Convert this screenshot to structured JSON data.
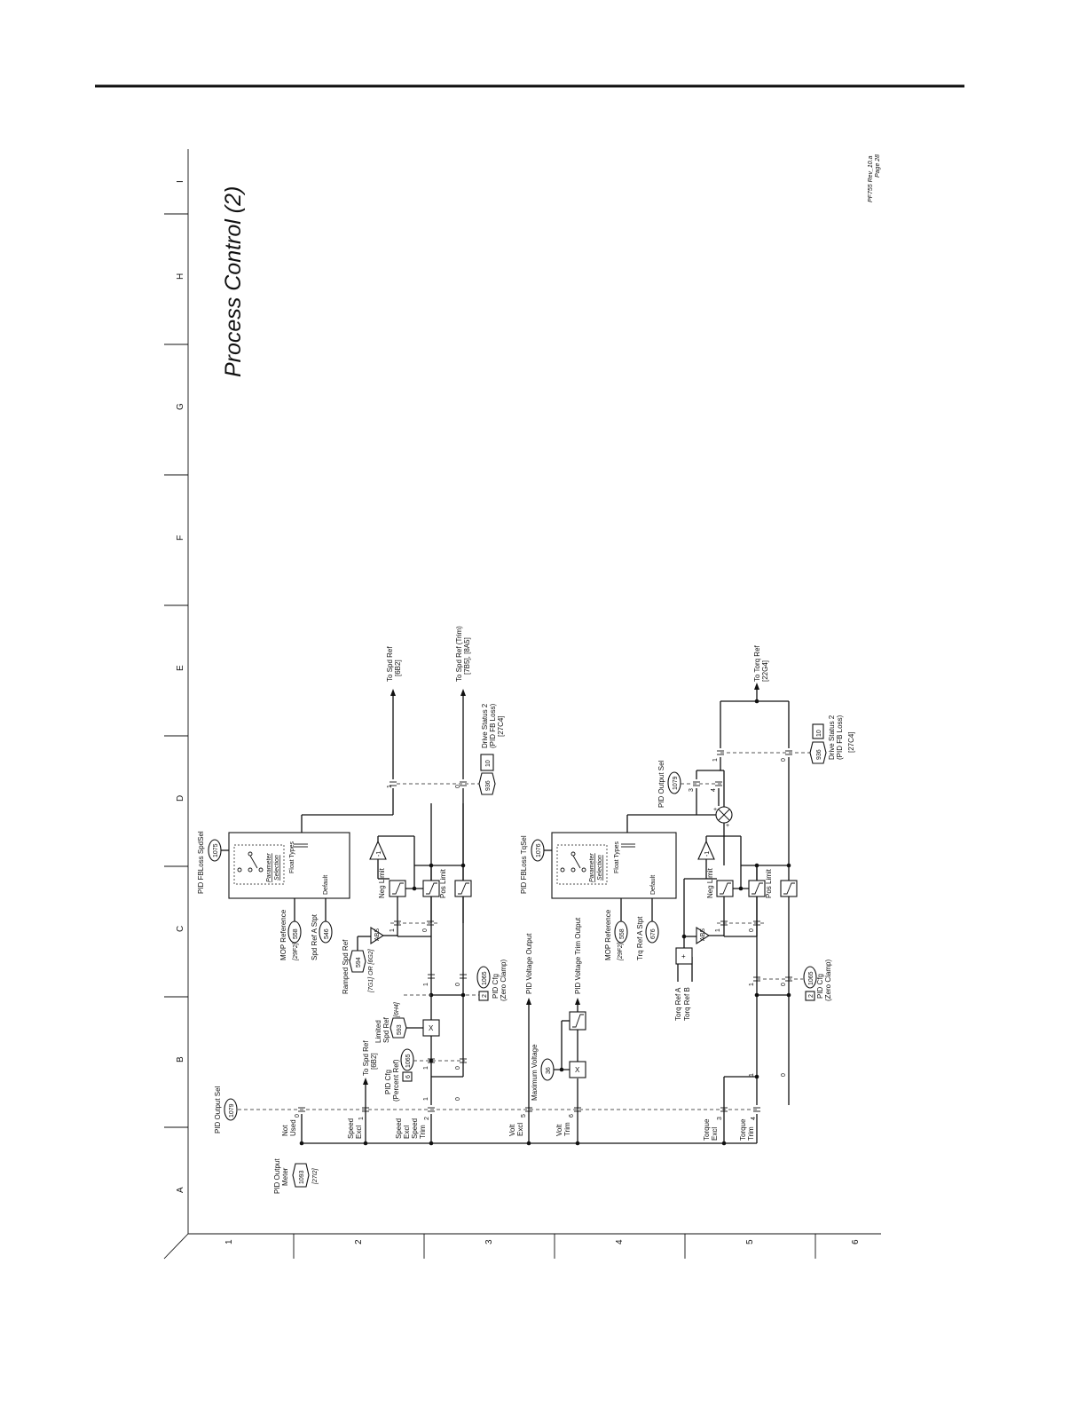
{
  "page": {
    "title": "Process Control (2)",
    "revision": "PF755 Rev_10.a",
    "page_label": "Page 28"
  },
  "grid": {
    "letters": [
      "A",
      "B",
      "C",
      "D",
      "E",
      "F",
      "G",
      "H",
      "I"
    ],
    "numbers": [
      "1",
      "2",
      "3",
      "4",
      "5",
      "6"
    ]
  },
  "output_sel_left": {
    "label": "PID Output Sel",
    "param": "1079"
  },
  "output_meter": {
    "label_1": "PID Output",
    "label_2": "Meter",
    "param": "1093",
    "ref": "[27I2]"
  },
  "selector_options": {
    "not_used": {
      "l1": "Not",
      "l2": "Used",
      "n": "0"
    },
    "speed_excl": {
      "l1": "Speed",
      "l2": "Excl",
      "n": "1"
    },
    "speed_trim": {
      "l1": "Speed",
      "l2": "Excl",
      "l3": "Speed",
      "l4": "Trim",
      "n": "2"
    },
    "volt_excl": {
      "l1": "Volt",
      "l2": "Excl",
      "n": "5"
    },
    "volt_trim": {
      "l1": "Volt",
      "l2": "Trim",
      "n": "6"
    },
    "torque_excl": {
      "l1": "Torque",
      "l2": "Excl",
      "n": "3"
    },
    "torque_trim": {
      "l1": "Torque",
      "l2": "Trim",
      "n": "4"
    }
  },
  "speed_section": {
    "to_spd_ref_small": {
      "l1": "To Spd Ref",
      "l2": "[6B2]"
    },
    "pid_cfg_percent": {
      "l1": "PID Cfg",
      "l2": "(Percent Ref)",
      "param": "1065",
      "bit": "6"
    },
    "limited_spd_ref": {
      "l1": "Limited",
      "l2": "Spd Ref",
      "param": "593",
      "ref": "[6H4]"
    },
    "ramped_spd_ref": {
      "label": "Ramped Spd Ref",
      "param": "594",
      "ref": "[7G1] OR [6G2]"
    },
    "mop_reference": {
      "label": "MOP Reference",
      "param": "558",
      "ref": "[29F2]"
    },
    "spd_ref_a_stpt": {
      "label": "Spd Ref A Stpt",
      "param": "546"
    },
    "fbloss_sel": {
      "label": "PID FBLoss SpdSel",
      "param": "1075"
    },
    "selection_box": {
      "param_label": "Parameter",
      "sel_label": "Selection",
      "float": "Float Types",
      "default": "Default"
    },
    "neg_limit": "Neg Limit",
    "pos_limit": "Pos Limit",
    "neg_sign": "-1",
    "abs_sign": "ABS",
    "mult_sign": "X",
    "pid_cfg_zero": {
      "l1": "PID Cfg",
      "l2": "(Zero Clamp)",
      "param": "1065",
      "bit": "2"
    },
    "drive_status": {
      "l1": "Drive Status 2",
      "l2": "(PID FB Loss)",
      "l3": "[27C4]",
      "param": "936",
      "bit": "10"
    },
    "to_spd_ref": {
      "l1": "To Spd Ref",
      "l2": "[6B2]"
    },
    "to_spd_ref_trim": {
      "l1": "To Spd Ref (Trim)",
      "l2": "[7B5], [8A5]"
    },
    "switch_nums": [
      "1",
      "0",
      "1",
      "0",
      "1",
      "0",
      "1",
      "0",
      "1",
      "0"
    ]
  },
  "volt_section": {
    "pid_voltage_output": "PID Voltage Output",
    "pid_voltage_trim_output": "PID Voltage Trim Output",
    "maximum_voltage": {
      "label": "Maximum Voltage",
      "param": "36"
    },
    "mult_sign": "X"
  },
  "torque_section": {
    "torq_ref_a": "Torq Ref A",
    "torq_ref_b": "Torq Ref B",
    "sum_sign": "+",
    "mop_reference": {
      "label": "MOP Reference",
      "param": "558",
      "ref": "[29F2]"
    },
    "trq_ref_a_stpt": {
      "label": "Trq Ref A Stpt",
      "param": "676"
    },
    "fbloss_sel": {
      "label": "PID FBLoss TqSel",
      "param": "1076"
    },
    "selection_box": {
      "param_label": "Parameter",
      "sel_label": "Selection",
      "float": "Float Types",
      "default": "Default"
    },
    "neg_limit": "Neg Limit",
    "pos_limit": "Pos Limit",
    "neg_sign": "-1",
    "abs_sign": "ABS",
    "pid_cfg_zero": {
      "l1": "PID Cfg",
      "l2": "(Zero Clamp)",
      "param": "1065",
      "bit": "2"
    },
    "output_sel": {
      "label": "PID Output Sel",
      "param": "1079"
    },
    "sel_nums": [
      "3",
      "4"
    ],
    "summer_signs": [
      "+",
      "+"
    ],
    "drive_status": {
      "l1": "Drive Status 2",
      "l2": "(PID FB Loss)",
      "l3": "[27C4]",
      "param": "936",
      "bit": "10"
    },
    "to_torq_ref": {
      "l1": "To Torq Ref",
      "l2": "[22G4]"
    },
    "switch_nums": [
      "1",
      "0",
      "1",
      "0",
      "1",
      "0",
      "1",
      "0"
    ]
  }
}
